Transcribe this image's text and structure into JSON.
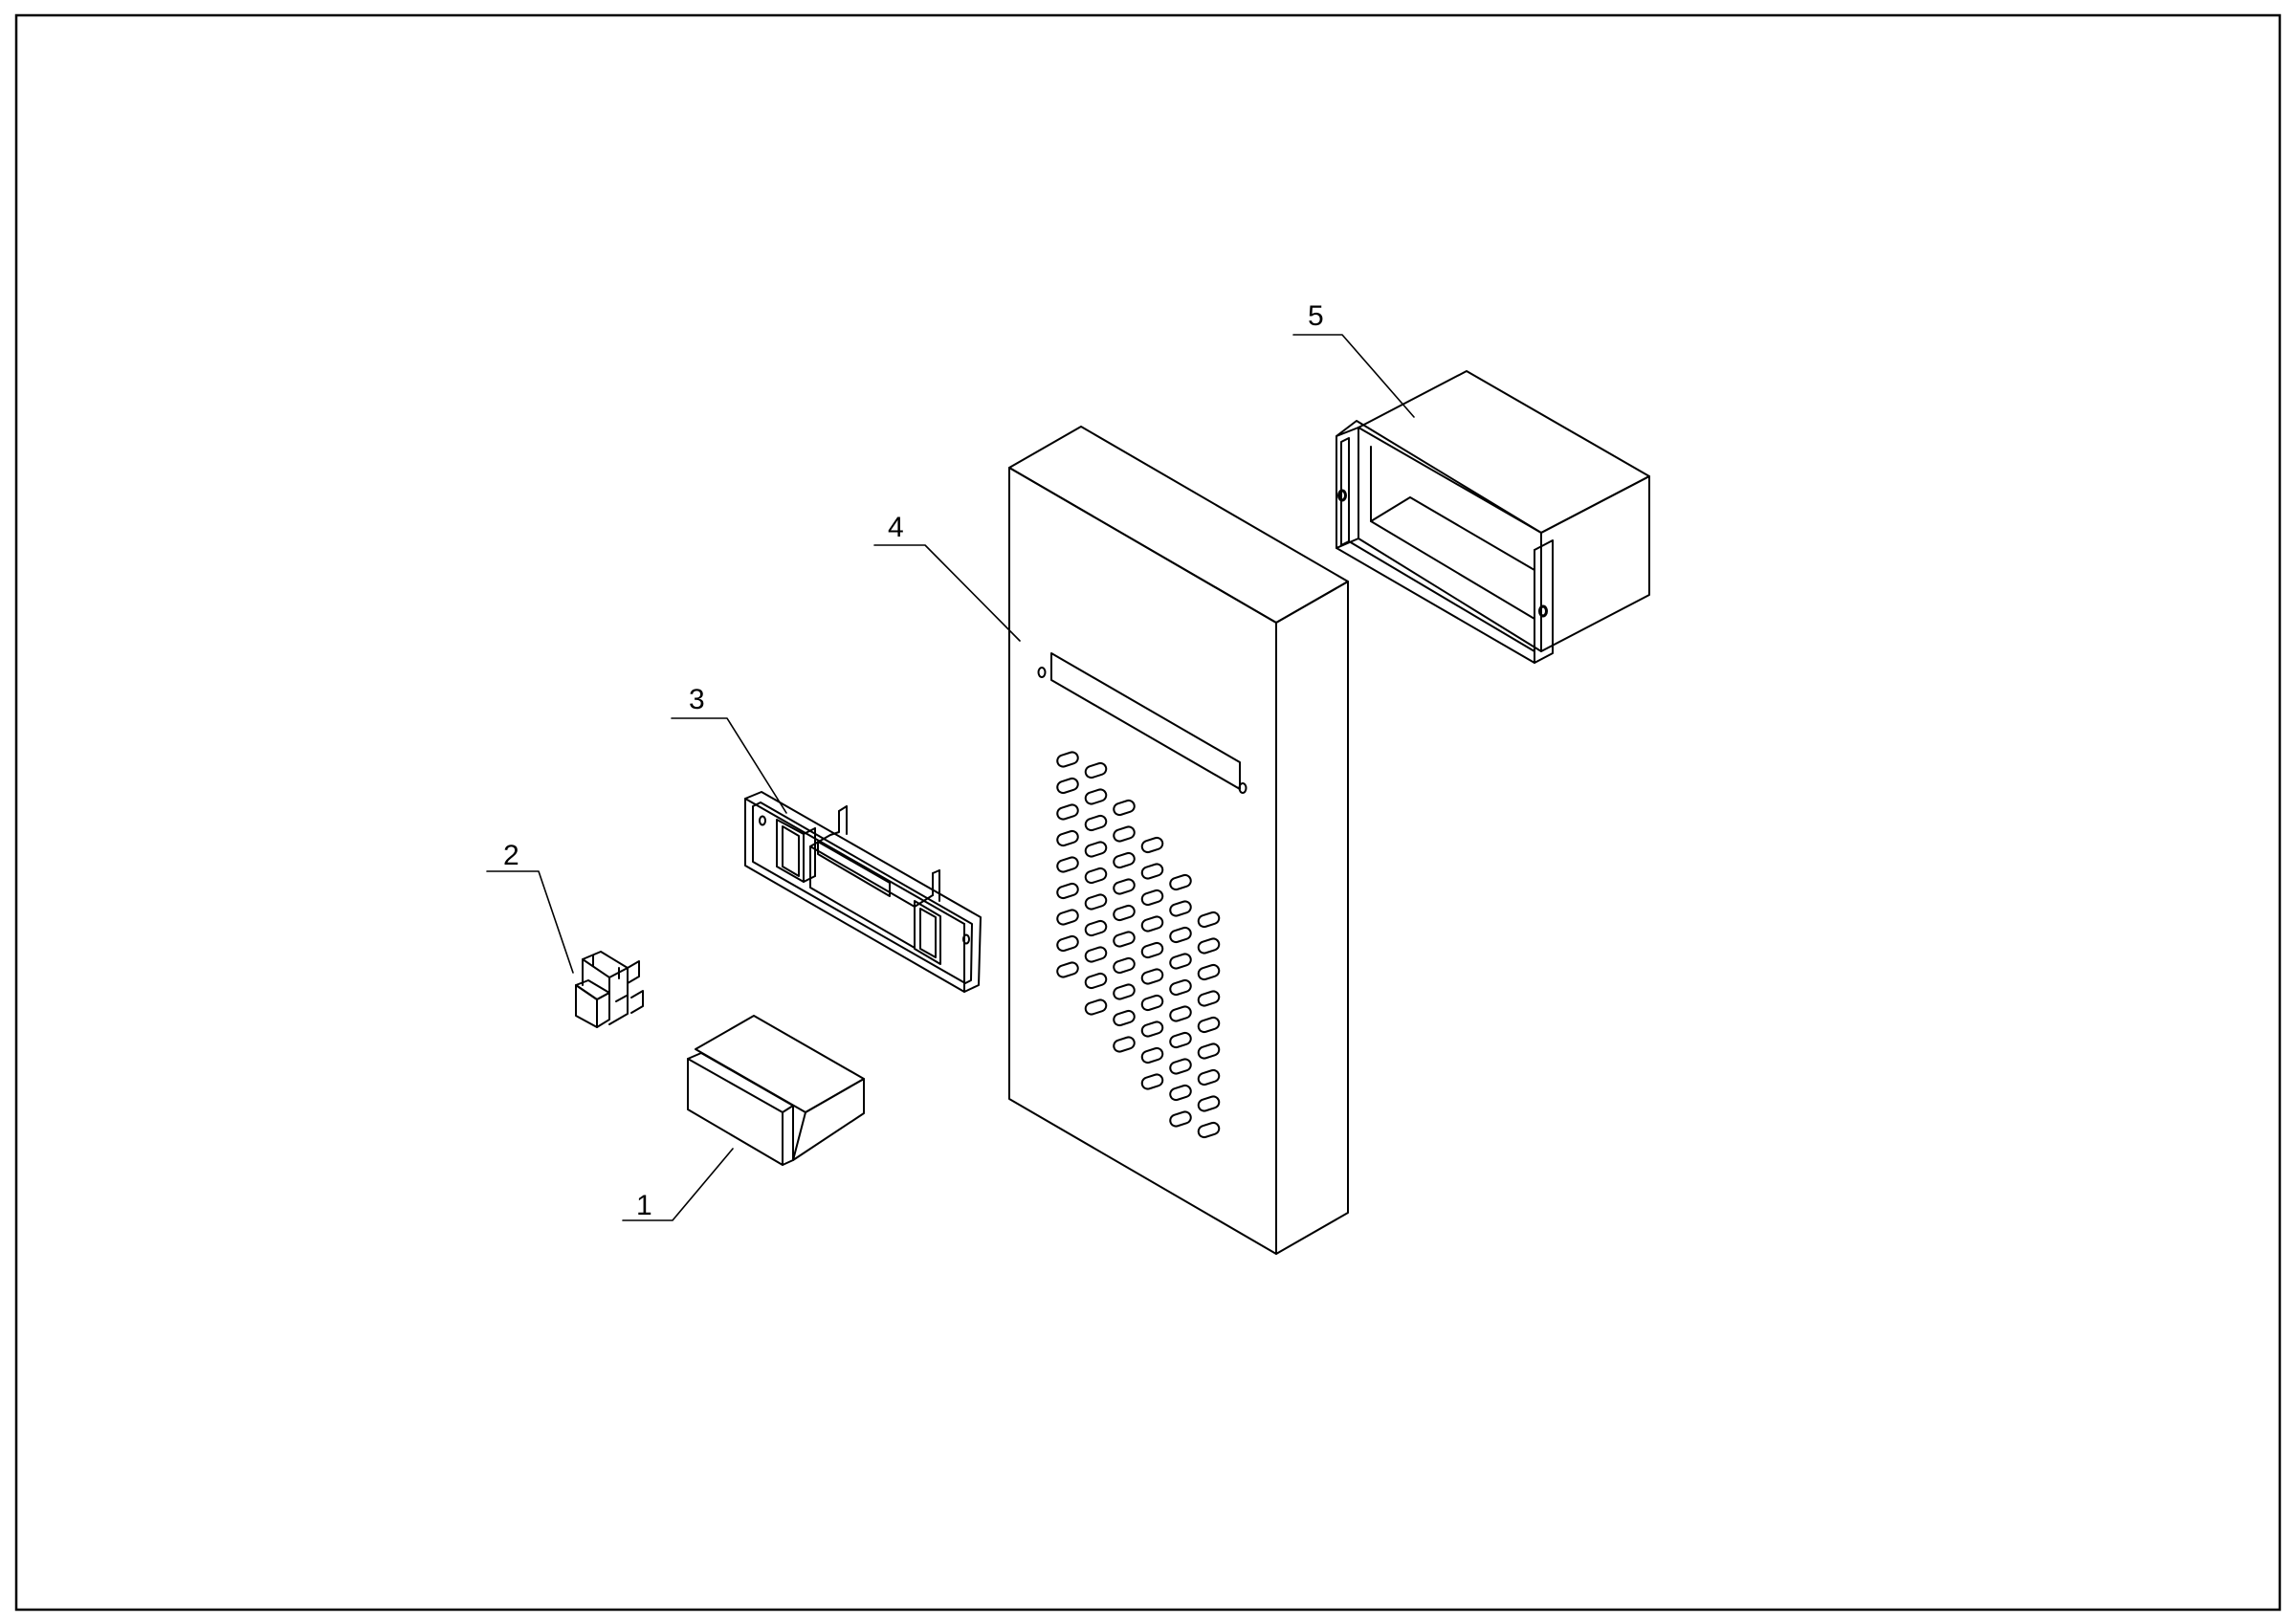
{
  "colors": {
    "line": "#000000",
    "background": "#ffffff"
  },
  "callouts": [
    {
      "id": "part-1",
      "label": "1"
    },
    {
      "id": "part-2",
      "label": "2"
    },
    {
      "id": "part-3",
      "label": "3"
    },
    {
      "id": "part-4",
      "label": "4"
    },
    {
      "id": "part-5",
      "label": "5"
    }
  ]
}
